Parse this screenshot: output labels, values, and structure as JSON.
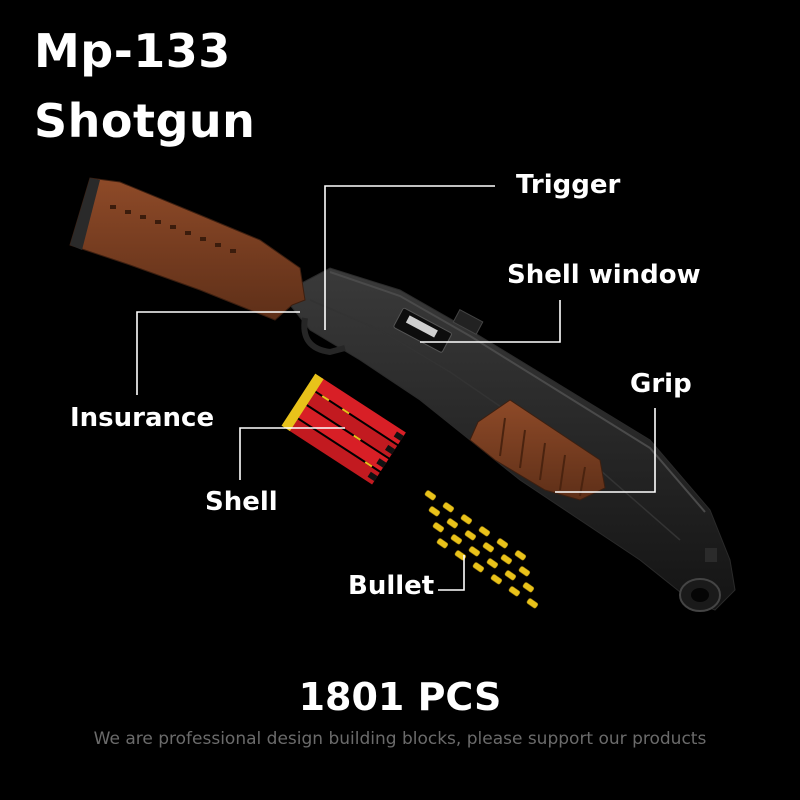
{
  "title": {
    "line1": "Mp-133",
    "line2": "Shotgun"
  },
  "callouts": {
    "trigger": "Trigger",
    "shell_window": "Shell window",
    "grip": "Grip",
    "insurance": "Insurance",
    "shell": "Shell",
    "bullet": "Bullet"
  },
  "piece_count": "1801 PCS",
  "tagline": "We are professional design building blocks, please support our products",
  "colors": {
    "background": "#000000",
    "wood": "#7a3f22",
    "gun_body": "#1c1c1c",
    "shell_red": "#d81f26",
    "shell_brass": "#e8c21a",
    "tagline": "#6b6b6b"
  }
}
